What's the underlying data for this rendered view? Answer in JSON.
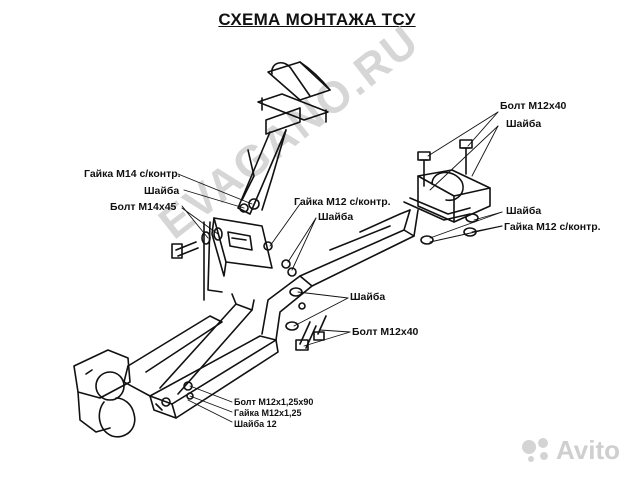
{
  "title": "СХЕМА МОНТАЖА ТСУ",
  "watermark": "EVAGANO.RU",
  "avito_logo_text": "Avito",
  "labels": {
    "bolt_m12x40_top": "Болт М12х40",
    "washer_top": "Шайба",
    "nut_m14": "Гайка М14 с/контр.",
    "washer_left": "Шайба",
    "bolt_m14x45": "Болт М14х45",
    "nut_m12_mid": "Гайка М12 с/контр.",
    "washer_mid": "Шайба",
    "washer_right": "Шайба",
    "nut_m12_right": "Гайка М12 с/контр.",
    "washer_lower": "Шайба",
    "bolt_m12x40_lower": "Болт М12х40",
    "bolt_m12x125x90": "Болт М12х1,25х90",
    "nut_m12x125": "Гайка М12х1,25",
    "washer_12": "Шайба 12"
  },
  "colors": {
    "line": "#111111",
    "watermark": "#d6d6d6"
  }
}
